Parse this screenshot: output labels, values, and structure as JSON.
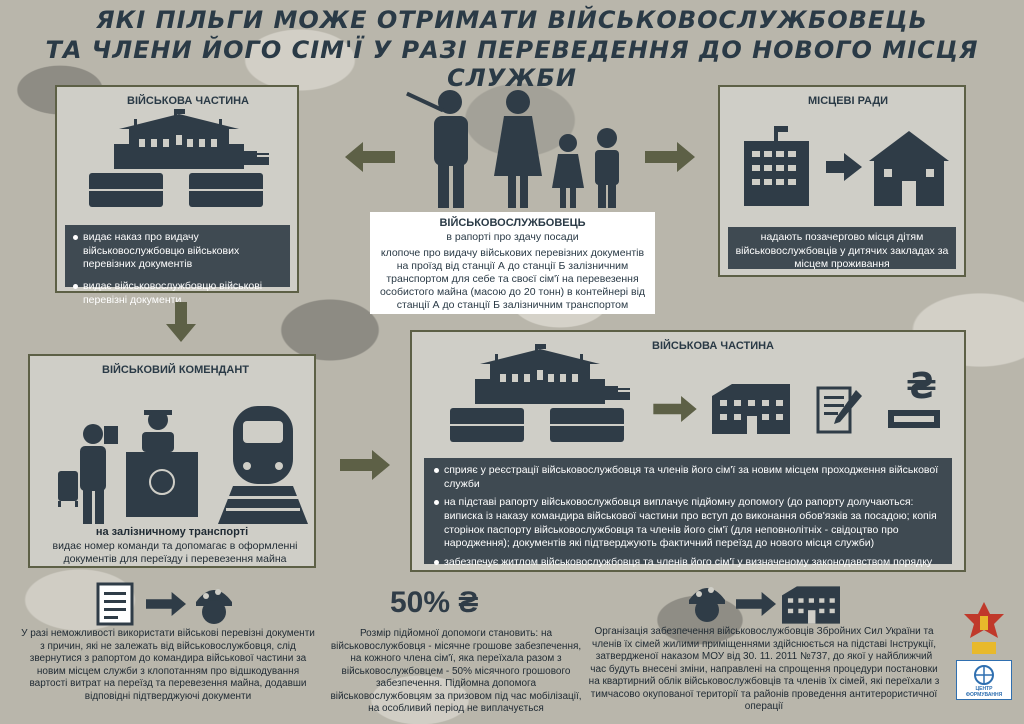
{
  "title": {
    "line1": "ЯКІ ПІЛЬГИ МОЖЕ ОТРИМАТИ ВІЙСЬКОВОСЛУЖБОВЕЦЬ",
    "line2": "ТА ЧЛЕНИ ЙОГО СІМ'Ї У РАЗІ ПЕРЕВЕДЕННЯ ДО НОВОГО МІСЦЯ СЛУЖБИ"
  },
  "unit_top": {
    "label": "ВІЙСЬКОВА ЧАСТИНА",
    "items": [
      "видає наказ про видачу військовослужбовцю військових перевізних документів",
      "видає військовослужбовцю військові перевізні документи"
    ]
  },
  "servicemember": {
    "title": "ВІЙСЬКОВОСЛУЖБОВЕЦЬ",
    "subtitle": "в рапорті про здачу посади",
    "text": "клопоче про видачу військових перевізних документів на проїзд від станції А до станції Б залізничним транспортом для себе та своєї сім'ї на перевезення особистого майна (масою до 20 тонн) в контейнері від станції А до станції Б залізничним транспортом"
  },
  "local_councils": {
    "label": "МІСЦЕВІ РАДИ",
    "text": "надають позачергово місця дітям військовослужбовців у дитячих закладах за місцем проживання"
  },
  "commandant": {
    "label": "ВІЙСЬКОВИЙ КОМЕНДАНТ",
    "subtitle": "на залізничному транспорті",
    "text": "видає номер команди та допомагає в оформленні документів для переїзду і перевезення майна"
  },
  "unit_bottom": {
    "label": "ВІЙСЬКОВА ЧАСТИНА",
    "items": [
      "сприяє у реєстрації військовослужбовця та членів його сім'ї за новим місцем проходження військової служби",
      "на підставі рапорту військовослужбовця виплачує підйомну допомогу (до рапорту долучаються: виписка із наказу командира військової частини про вступ до виконання обов'язків за посадою; копія сторінок паспорту військовослужбовця та членів його сім'ї (для неповнолітніх - свідоцтво про народження); документів які підтверджують фактичний переїзд до нового місця служби)",
      "забезпечує житлом військовослужбовця та членів його сім'ї у визначеному законодавством порядку"
    ]
  },
  "bottom": {
    "col1": "У разі неможливості використати військові перевізні документи з причин, які не залежать від військовослужбовця, слід звернутися з рапортом до командира військової частини за новим місцем служби з клопотанням про відшкодування вартості витрат на переїзд та перевезення майна, додавши відповідні підтверджуючі документи",
    "percent": "50% ₴",
    "col2": "Розмір підйомної допомоги становить: на військовослужбовця - місячне грошове забезпечення, на кожного члена сім'ї, яка переїхала разом з військовослужбовцем - 50% місячного грошового забезпечення. Підйомна допомога військовослужбовцям за призовом під час мобілізації, на особливий період не виплачується",
    "col3": "Організація забезпечення військовослужбовців Збройних Сил України та членів їх сімей жилими приміщеннями здійснюється на підставі Інструкції, затвердженої наказом МОУ від 30. 11. 2011 №737, до якої у найближчий час будуть внесені зміни, направлені на спрощення процедури постановки на квартирний облік військовослужбовців та членів їх сімей, які переїхали з тимчасово окупованої території та районів проведення антитерористичної операції"
  },
  "logo_text": "ЦЕНТР ФОРМУВАННЯ",
  "colors": {
    "dark": "#2f3c47",
    "panel_border": "#5d6046",
    "panel_bg": "#cfcec7"
  }
}
